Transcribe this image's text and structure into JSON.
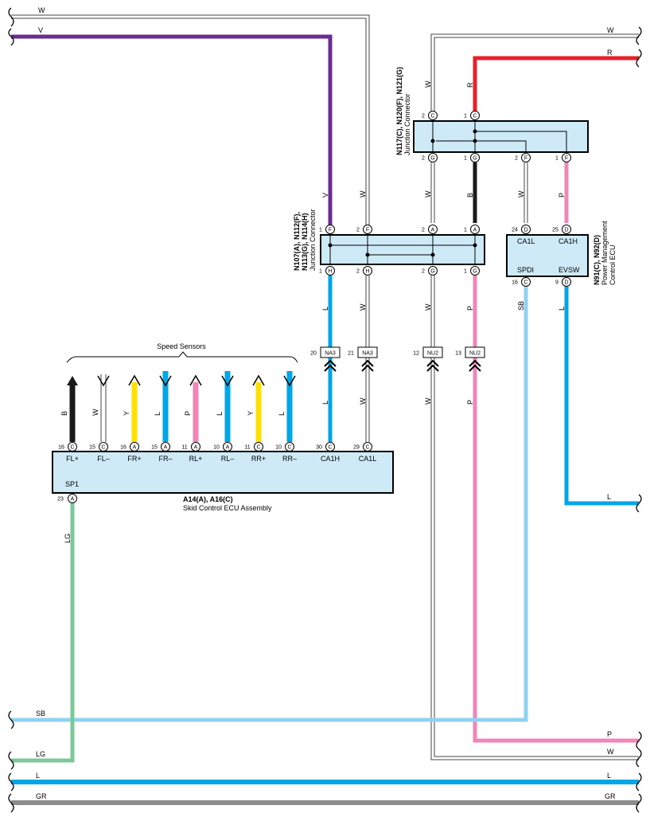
{
  "wire_codes": {
    "W": "W",
    "V": "V",
    "R": "R",
    "B": "B",
    "P": "P",
    "L": "L",
    "Y": "Y",
    "LG": "LG",
    "SB": "SB",
    "GR": "GR"
  },
  "colors": {
    "V": "#6a2c91",
    "R": "#e8202a",
    "B": "#1a1a1a",
    "P": "#ef86b6",
    "L": "#00a6e6",
    "Y": "#ffe000",
    "LG": "#7cc89a",
    "SB": "#8fd3f0",
    "GR": "#8c8c8c",
    "W": "#ffffff",
    "box": "#cfeaf7"
  },
  "junction_top": {
    "id": "N117(C), N120(F), N121(G)",
    "name": "Junction Connector"
  },
  "junction_mid": {
    "id_line1": "N107(A), N112(F),",
    "id_line2": "N113(G), N114(H)",
    "name": "Junction Connector"
  },
  "pm_ecu": {
    "id": "N91(C), N92(D)",
    "name_line1": "Power Management",
    "name_line2": "Control ECU",
    "pins": {
      "ca1l": "CA1L",
      "ca1h": "CA1H",
      "spdi": "SPDI",
      "evsw": "EVSW"
    }
  },
  "skid_ecu": {
    "id": "A14(A), A16(C)",
    "name": "Skid Control ECU Assembly",
    "sp1": "SP1",
    "terminals": [
      {
        "num": "16",
        "conn": "C",
        "label": "FL+"
      },
      {
        "num": "15",
        "conn": "C",
        "label": "FL–"
      },
      {
        "num": "16",
        "conn": "A",
        "label": "FR+"
      },
      {
        "num": "15",
        "conn": "A",
        "label": "FR–"
      },
      {
        "num": "11",
        "conn": "A",
        "label": "RL+"
      },
      {
        "num": "10",
        "conn": "A",
        "label": "RL–"
      },
      {
        "num": "11",
        "conn": "C",
        "label": "RR+"
      },
      {
        "num": "10",
        "conn": "C",
        "label": "RR–"
      },
      {
        "num": "30",
        "conn": "C",
        "label": "CA1H"
      },
      {
        "num": "29",
        "conn": "C",
        "label": "CA1L"
      }
    ]
  },
  "speed_sensors": {
    "title": "Speed Sensors",
    "wires": [
      "B",
      "W",
      "Y",
      "L",
      "P",
      "L",
      "Y",
      "L"
    ]
  },
  "splices": [
    {
      "num": "20",
      "label": "NA3"
    },
    {
      "num": "21",
      "label": "NA3"
    },
    {
      "num": "12",
      "label": "NU2"
    },
    {
      "num": "13",
      "label": "NU2"
    }
  ],
  "pins": {
    "one": "1",
    "two": "2",
    "nine": "9",
    "sixteen": "16",
    "twentythree": "23",
    "twentyfour": "24",
    "twentyfive": "25",
    "A": "A",
    "C": "C",
    "D": "D",
    "F": "F",
    "G": "G",
    "H": "H"
  }
}
